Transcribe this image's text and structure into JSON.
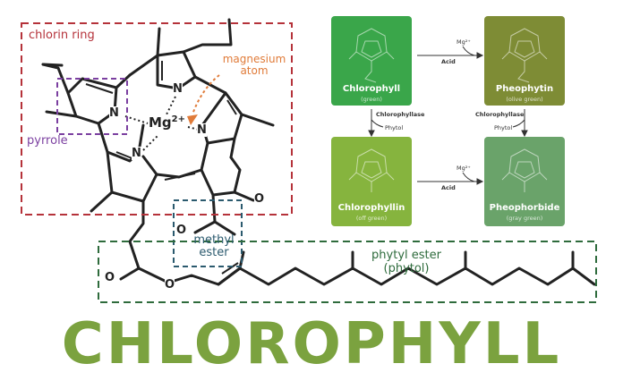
{
  "labels": {
    "chlorin_ring": "chlorin ring",
    "magnesium_atom_line1": "magnesium",
    "magnesium_atom_line2": "atom",
    "pyrrole": "pyrrole",
    "methyl_ester_line1": "methyl",
    "methyl_ester_line2": "ester",
    "phytyl_ester_line1": "phytyl ester",
    "phytyl_ester_line2": "(phytol)"
  },
  "atoms": {
    "mg": "Mg",
    "mg_charge": "2+",
    "n": "N",
    "o": "O"
  },
  "reaction": {
    "chlorophyll": {
      "name": "Chlorophyll",
      "color_note": "(green)"
    },
    "pheophytin": {
      "name": "Pheophytin",
      "color_note": "(olive green)"
    },
    "chlorophyllin": {
      "name": "Chlorophyllin",
      "color_note": "(off green)"
    },
    "pheophorbide": {
      "name": "Pheophorbide",
      "color_note": "(gray green)"
    },
    "arrow_top": {
      "reagent": "Mg²⁺",
      "label": "Acid"
    },
    "arrow_bottom": {
      "reagent": "Mg²⁺",
      "label": "Acid"
    },
    "arrow_left": {
      "enzyme": "Chlorophyllase",
      "product": "Phytol"
    },
    "arrow_right": {
      "enzyme": "Chlorophyllase",
      "product": "Phytol"
    }
  },
  "title": "CHLOROPHYLL",
  "colors": {
    "chlorin_box": "#b5323a",
    "pyrrole_box": "#7b3fa0",
    "methyl_box": "#2b5a6e",
    "phytyl_box": "#2e6b3c",
    "magnesium_arrow": "#e07b39",
    "chlorophyll_card": "#3aa64a",
    "pheophytin_card": "#7e8c35",
    "chlorophyllin_card": "#86b43e",
    "pheophorbide_card": "#6aa36a",
    "title_green": "#7ba23f"
  }
}
